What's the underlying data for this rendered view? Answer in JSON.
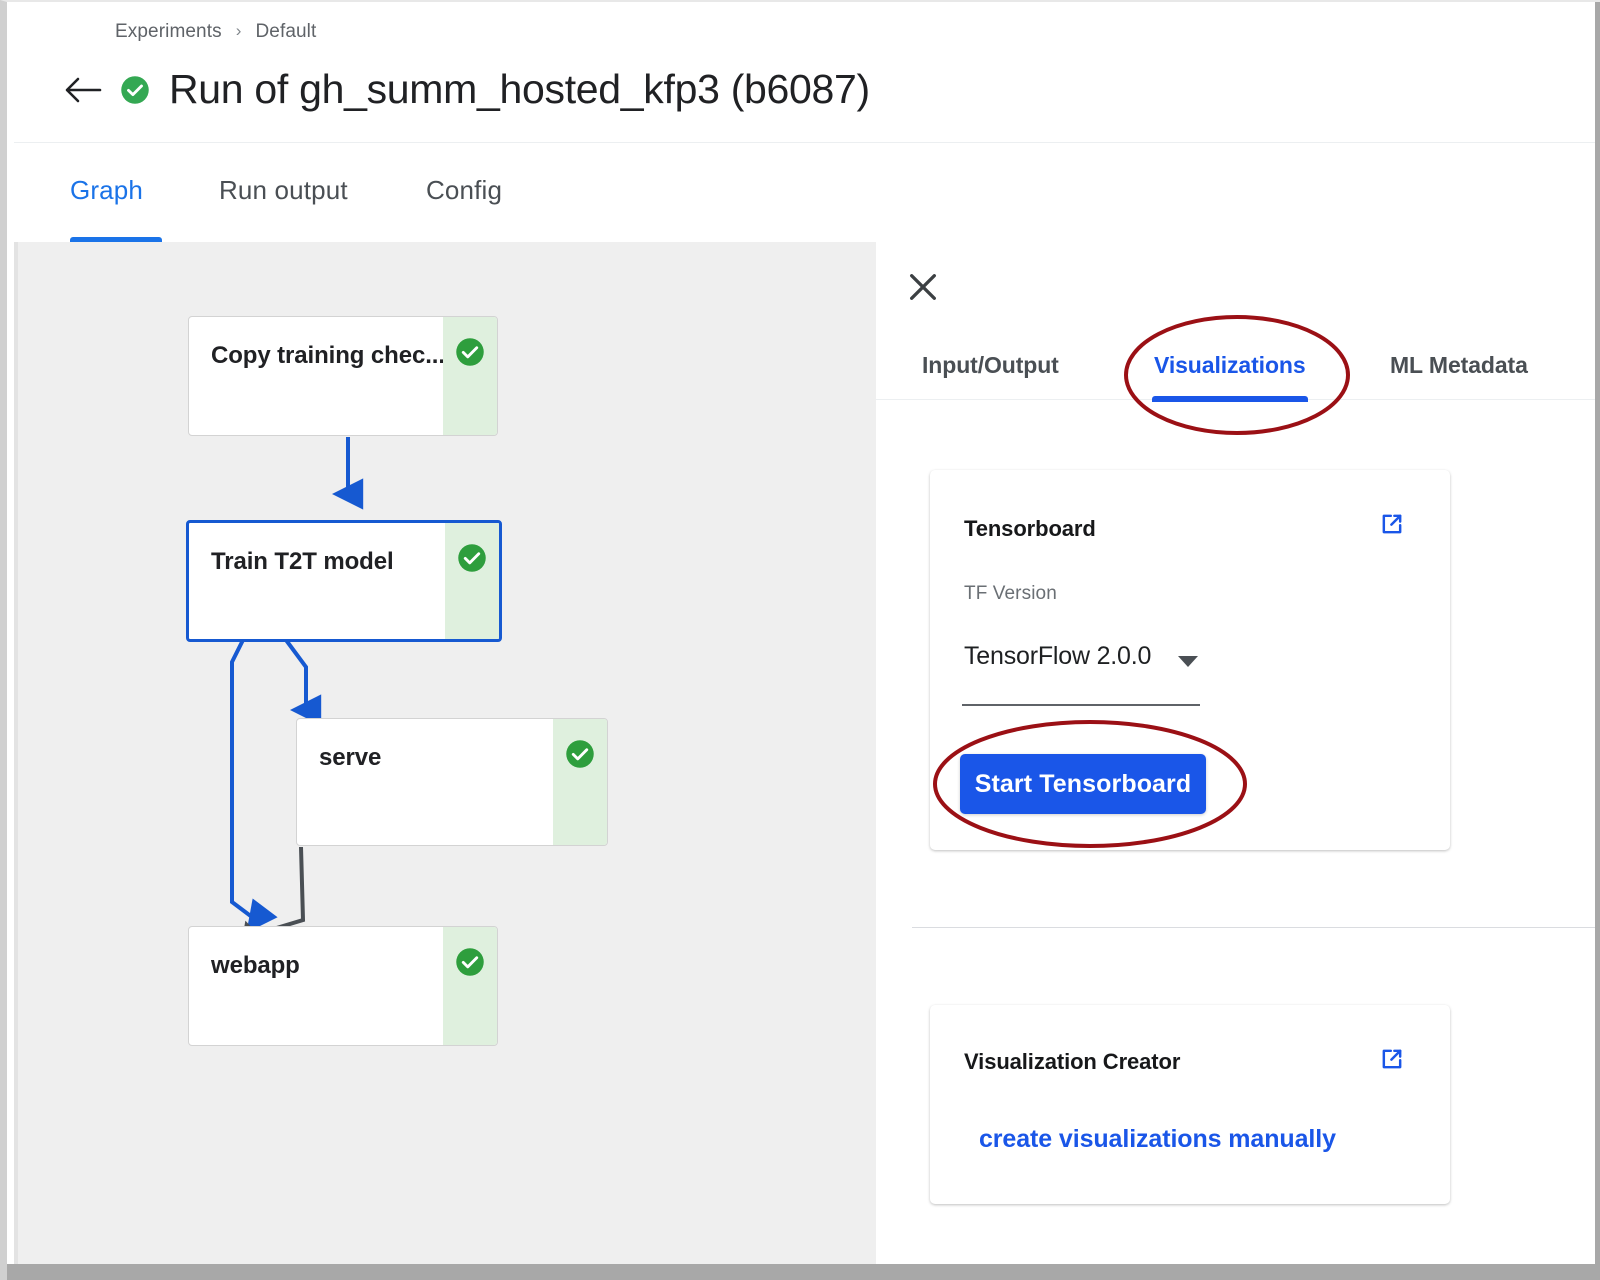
{
  "breadcrumb": {
    "items": [
      "Experiments",
      "Default"
    ],
    "separator": "›"
  },
  "header": {
    "back_icon": "arrow-left-icon",
    "status_icon": "check-circle-icon",
    "status_color": "#34a853",
    "title": "Run of gh_summ_hosted_kfp3 (b6087)"
  },
  "main_tabs": [
    {
      "label": "Graph",
      "active": true
    },
    {
      "label": "Run output",
      "active": false
    },
    {
      "label": "Config",
      "active": false
    }
  ],
  "graph": {
    "background": "#efefef",
    "edge_color_active": "#1659d1",
    "edge_color_inactive": "#4a4f54",
    "node_status_bg": "#dff0de",
    "status_icon": "check-circle-icon",
    "nodes": [
      {
        "label": "Copy training chec...",
        "status": "succeeded",
        "selected": false
      },
      {
        "label": "Train T2T model",
        "status": "succeeded",
        "selected": true
      },
      {
        "label": "serve",
        "status": "succeeded",
        "selected": false
      },
      {
        "label": "webapp",
        "status": "succeeded",
        "selected": false
      }
    ]
  },
  "side_panel": {
    "close_icon": "close-icon",
    "tabs": [
      {
        "label": "Input/Output",
        "active": false
      },
      {
        "label": "Visualizations",
        "active": true
      },
      {
        "label": "ML Metadata",
        "active": false
      }
    ],
    "tensorboard_card": {
      "title": "Tensorboard",
      "external_link_icon": "open-in-new-icon",
      "field_label": "TF Version",
      "selected_version": "TensorFlow 2.0.0",
      "dropdown_icon": "chevron-down-icon",
      "start_button_label": "Start Tensorboard",
      "button_color": "#1a56e8"
    },
    "visualization_creator_card": {
      "title": "Visualization Creator",
      "external_link_icon": "open-in-new-icon",
      "link_label": "create visualizations manually"
    }
  },
  "annotations": {
    "color": "#9B1015",
    "shapes": [
      "ellipse-around-visualizations-tab",
      "ellipse-around-start-tensorboard-button"
    ]
  }
}
